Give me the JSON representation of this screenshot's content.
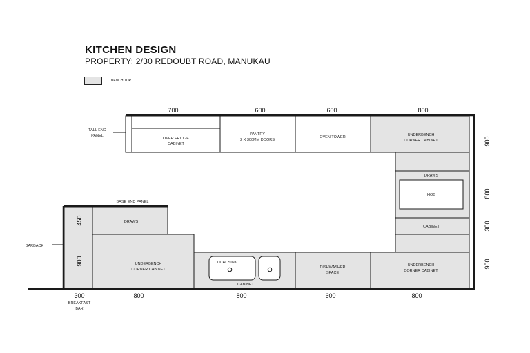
{
  "header": {
    "title": "KITCHEN DESIGN",
    "subtitle": "PROPERTY: 2/30 REDOUBT ROAD, MANUKAU"
  },
  "legend": {
    "bench_top": "BENCH TOP"
  },
  "colors": {
    "bench": "#e4e4e4",
    "line": "#1a1a1a",
    "background": "#ffffff"
  },
  "labels": {
    "tall_end_panel": [
      "TALL END",
      "PANEL"
    ],
    "over_fridge": [
      "OVER FRIDGE",
      "CABINET"
    ],
    "pantry": [
      "PANTRY",
      "2 X 300MM DOORS"
    ],
    "oven_tower": "OVEN TOWER",
    "corner_top_right": [
      "UNDERBENCH",
      "CORNER CABINET"
    ],
    "draws_right": "DRAWS",
    "hob": "HOB",
    "cabinet_right": "CABINET",
    "base_end_panel": "BASE END PANEL",
    "draws_left": "DRAWS",
    "barback": "BARBACK",
    "corner_bottom_left": [
      "UNDERBENCH",
      "CORNER CABINET"
    ],
    "dual_sink": "DUAL SINK",
    "sink_cabinet": "CABINET",
    "dishwasher": [
      "DISHWASHER",
      "SPACE"
    ],
    "corner_bottom_right": [
      "UNDERBENCH",
      "CORNER CABINET"
    ],
    "breakfast_bar": [
      "BREAKFAST",
      "BAR"
    ]
  },
  "dimensions": {
    "top": [
      "700",
      "600",
      "600",
      "800"
    ],
    "bottom": [
      "300",
      "800",
      "800",
      "600",
      "800"
    ],
    "right": [
      "900",
      "800",
      "300",
      "900"
    ],
    "left": [
      "450",
      "900"
    ]
  }
}
